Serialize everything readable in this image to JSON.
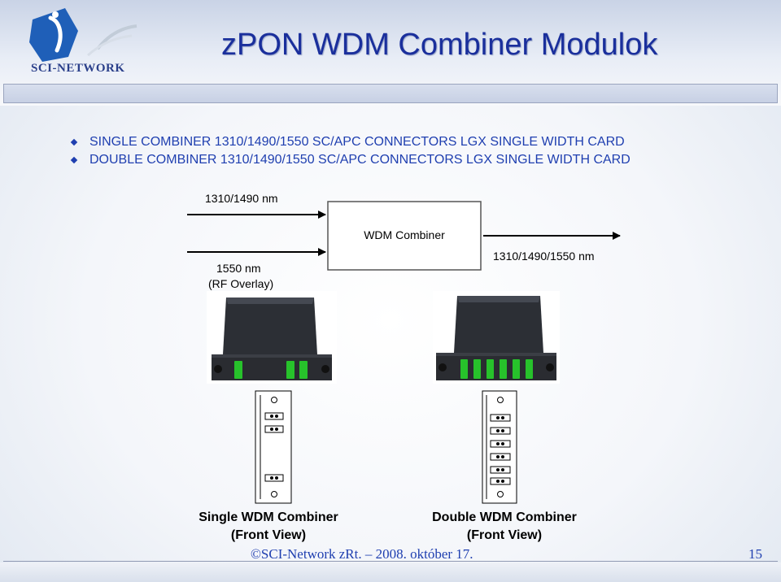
{
  "slide": {
    "title": "zPON WDM Combiner Modulok",
    "logo_text": "SCI-NETWORK",
    "bullets": [
      "SINGLE COMBINER 1310/1490/1550 SC/APC CONNECTORS LGX SINGLE WIDTH CARD",
      "DOUBLE COMBINER 1310/1490/1550 SC/APC CONNECTORS LGX SINGLE WIDTH CARD"
    ],
    "diagram": {
      "input_top_label": "1310/1490 nm",
      "input_bottom_label": "1550 nm",
      "input_bottom_sublabel": "(RF Overlay)",
      "box_label": "WDM Combiner",
      "output_label": "1310/1490/1550 nm"
    },
    "captions": {
      "single_line1": "Single WDM Combiner",
      "single_line2": "(Front View)",
      "double_line1": "Double WDM Combiner",
      "double_line2": "(Front View)"
    },
    "footer": {
      "text": "©SCI-Network zRt. – 2008. október 17.",
      "page_number": "15"
    }
  },
  "colors": {
    "title": "#1a2f9c",
    "bullet_text": "#1f3fb0",
    "connector_green": "#27c22b"
  },
  "icons": [
    "bullet-diamond-icon",
    "sci-network-logo",
    "arrow-right-icon"
  ]
}
